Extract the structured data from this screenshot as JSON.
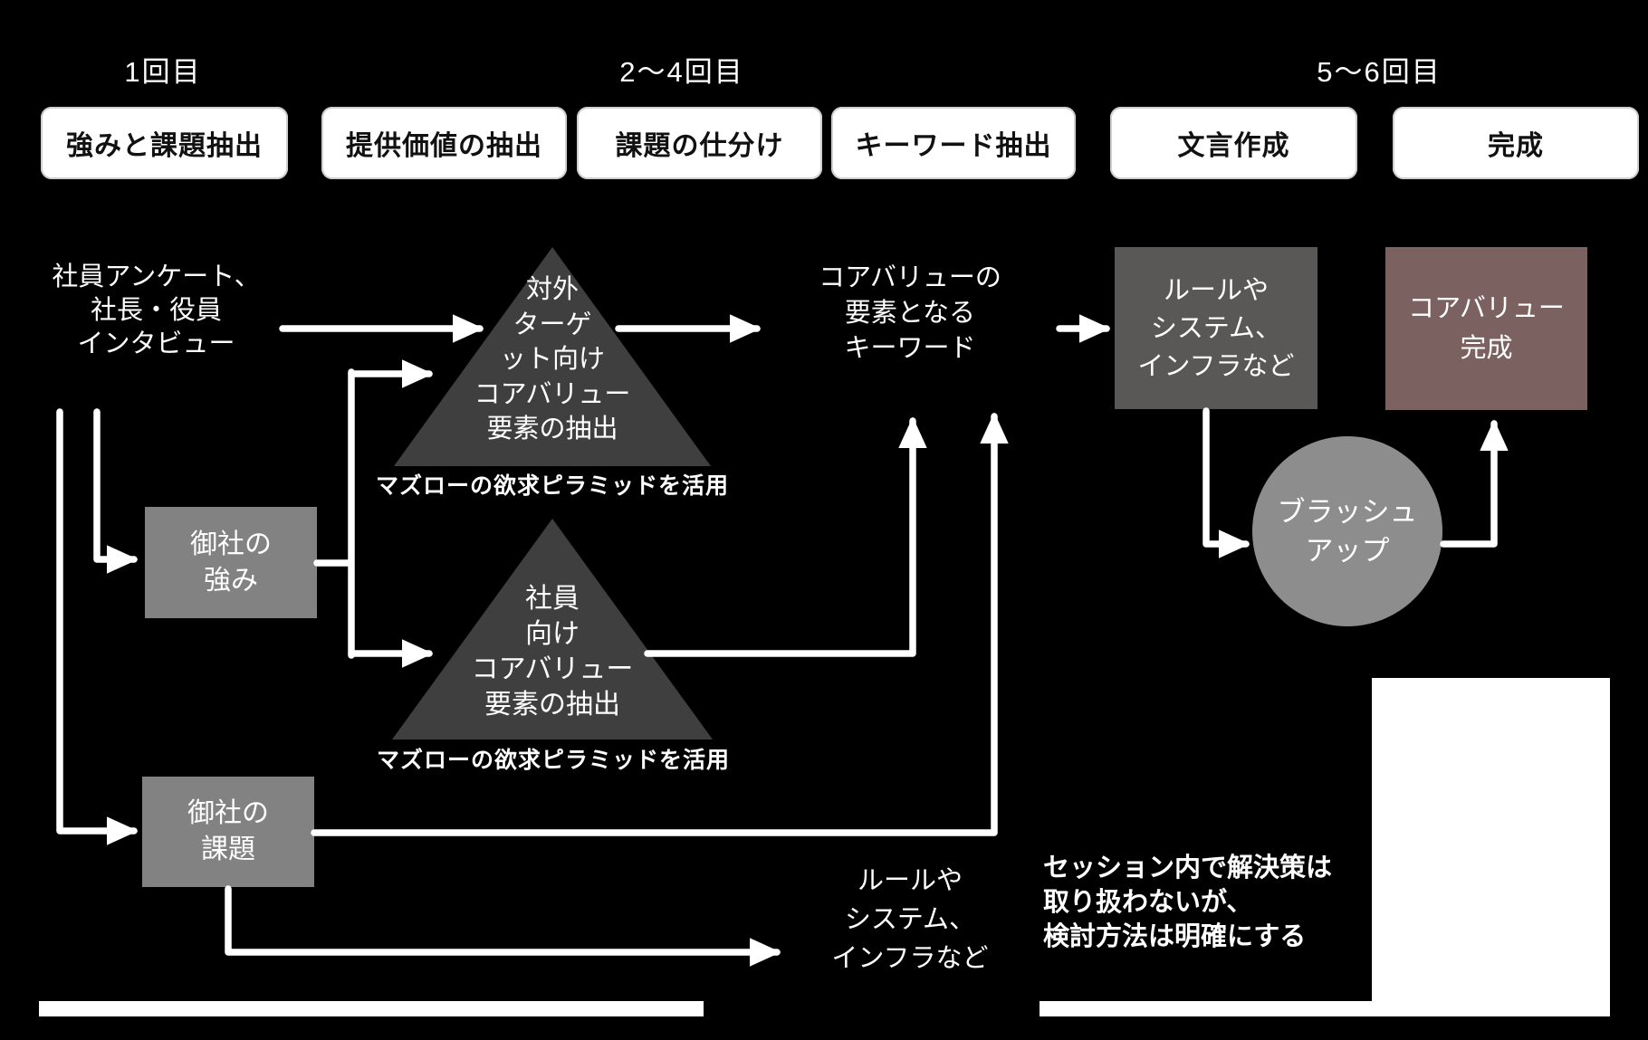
{
  "colors": {
    "background": "#000000",
    "step_box_bg": "#ffffff",
    "step_box_text": "#111111",
    "gray_box": "#828282",
    "triangle": "#3f3f3f",
    "rules_box": "#5a5757",
    "done_box": "#7c6161",
    "circle": "#8d8d8d",
    "line": "#ffffff"
  },
  "phases": {
    "p1": "1回目",
    "p2": "2〜4回目",
    "p3": "5〜6回目"
  },
  "steps": [
    "強みと課題抽出",
    "提供価値の抽出",
    "課題の仕分け",
    "キーワード抽出",
    "文言作成",
    "完成"
  ],
  "source": {
    "lines": [
      "社員アンケート、",
      "社長・役員",
      "インタビュー"
    ]
  },
  "strengths": {
    "lines": [
      "御社の",
      "強み"
    ]
  },
  "issues": {
    "lines": [
      "御社の",
      "課題"
    ]
  },
  "triangle_external": {
    "lines": [
      "対外",
      "ターゲ",
      "ット向け",
      "コアバリュー",
      "要素の抽出"
    ],
    "caption": "マズローの欲求ピラミッドを活用"
  },
  "triangle_internal": {
    "lines": [
      "社員",
      "向け",
      "コアバリュー",
      "要素の抽出"
    ],
    "caption": "マズローの欲求ピラミッドを活用"
  },
  "keywords": {
    "lines": [
      "コアバリューの",
      "要素となる",
      "キーワード"
    ]
  },
  "rules_box": {
    "lines": [
      "ルールや",
      "システム、",
      "インフラなど"
    ]
  },
  "brushup": {
    "lines": [
      "ブラッシュ",
      "アップ"
    ]
  },
  "done_box": {
    "lines": [
      "コアバリュー",
      "完成"
    ]
  },
  "rules_note": {
    "lines": [
      "ルールや",
      "システム、",
      "インフラなど"
    ]
  },
  "session_note": {
    "lines": [
      "セッション内で解決策は",
      "取り扱わないが、",
      "検討方法は明確にする"
    ]
  }
}
